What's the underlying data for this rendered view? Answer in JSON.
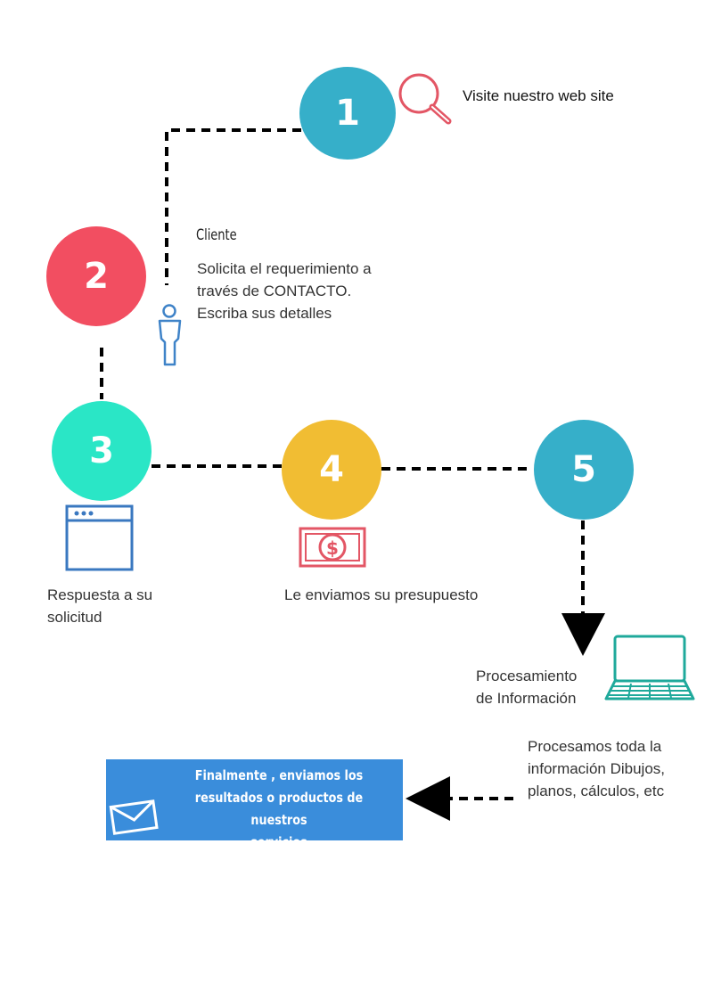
{
  "steps": [
    {
      "number": "1",
      "color": "#36afc9"
    },
    {
      "number": "2",
      "color": "#f24e61"
    },
    {
      "number": "3",
      "color": "#2ae6c6"
    },
    {
      "number": "4",
      "color": "#f1bd33"
    },
    {
      "number": "5",
      "color": "#36afc9"
    }
  ],
  "labels": {
    "visit": "Visite nuestro web site",
    "cliente_title": "Cliente",
    "cliente_line1": "Solicita el requerimiento a",
    "cliente_line2": "través de CONTACTO.",
    "cliente_line3": "Escriba sus detalles",
    "respuesta_line1": "Respuesta a su",
    "respuesta_line2": "solicitud",
    "presupuesto": "Le enviamos su presupuesto",
    "procesamiento_line1": "Procesamiento",
    "procesamiento_line2": "de Información",
    "procesamos_line1": "Procesamos toda la",
    "procesamos_line2": "información Dibujos,",
    "procesamos_line3": "planos, cálculos, etc",
    "final_line1": "Finalmente , enviamos los",
    "final_line2": "resultados o productos de nuestros",
    "final_line3": "servicios"
  },
  "icons": {
    "search": "search-icon",
    "person": "person-icon",
    "browser": "browser-window-icon",
    "money": "dollar-bill-icon",
    "laptop": "laptop-icon",
    "mail": "envelope-icon"
  },
  "colors": {
    "connector": "#000000",
    "search_icon": "#e35665",
    "person_icon": "#3f83c8",
    "browser_icon": "#3a78c0",
    "money_icon": "#e35665",
    "laptop_icon": "#1fa99b",
    "final_box": "#3a8ddb"
  }
}
